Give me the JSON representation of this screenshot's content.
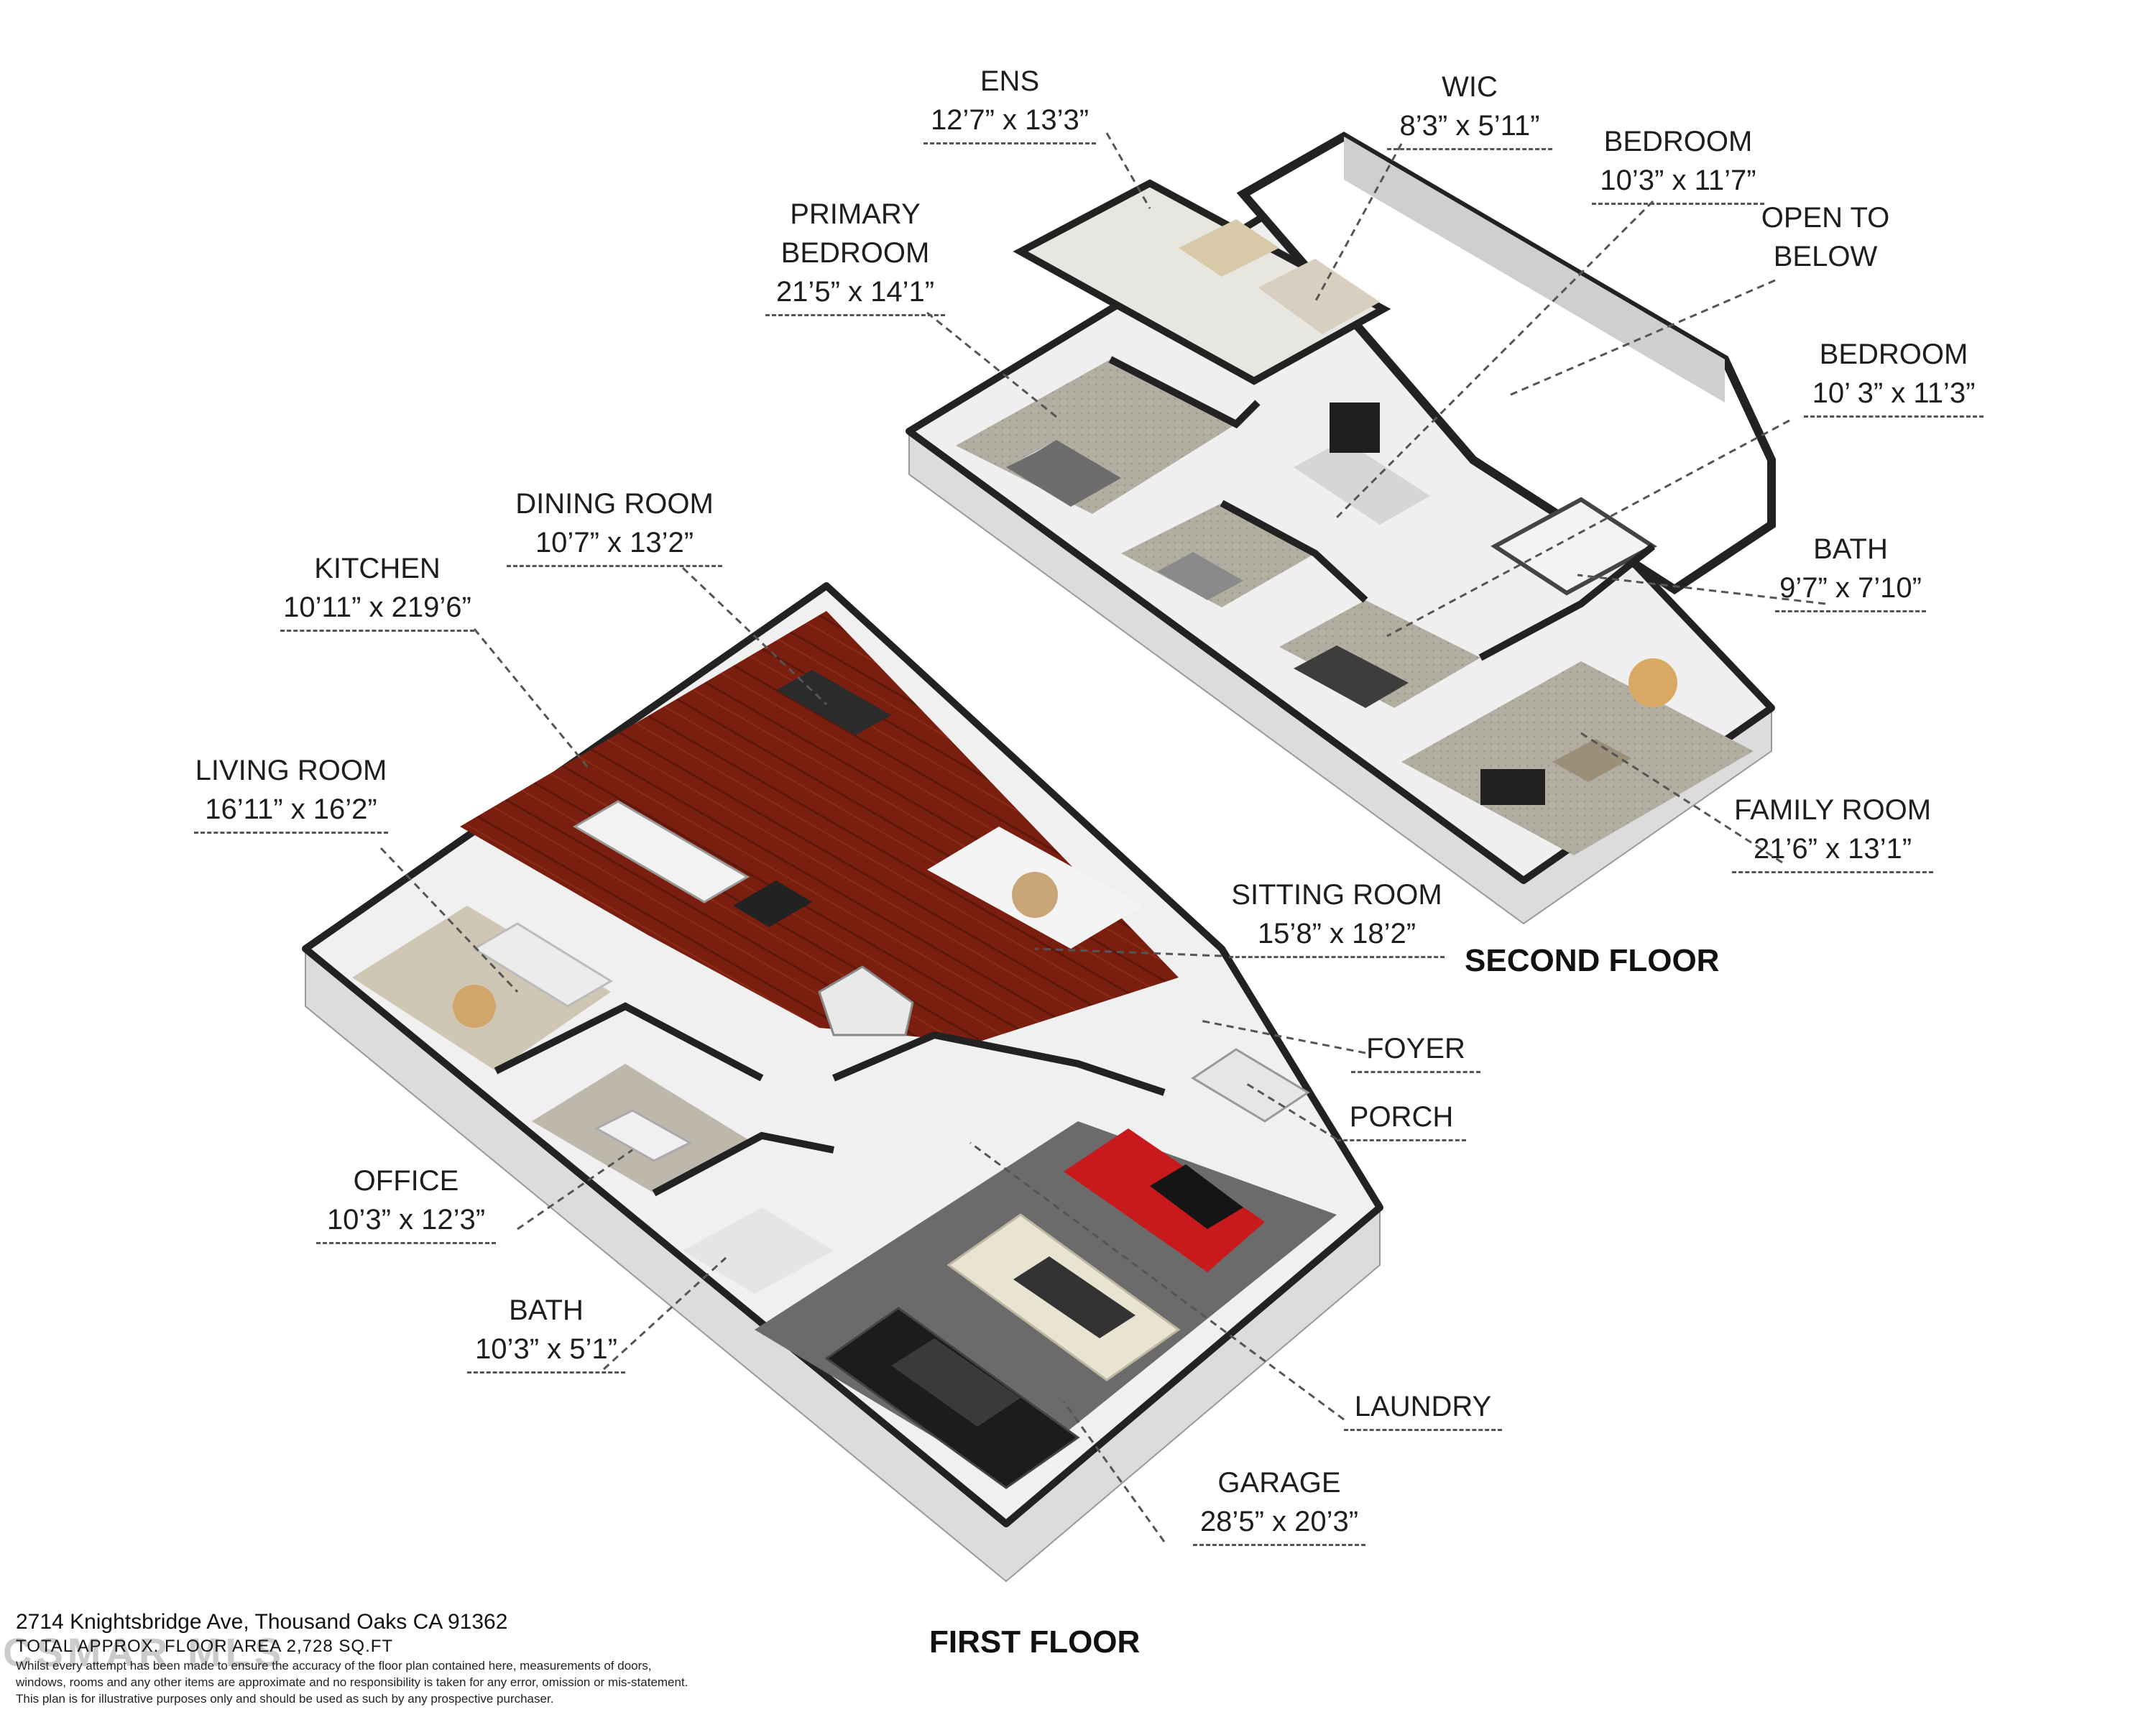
{
  "floors": {
    "second": {
      "title": "SECOND FLOOR"
    },
    "first": {
      "title": "FIRST FLOOR"
    }
  },
  "rooms": {
    "ens": {
      "name": "ENS",
      "dim": "12’7” x 13’3”"
    },
    "wic": {
      "name": "WIC",
      "dim": "8’3” x 5’11”"
    },
    "bedroom_a": {
      "name": "BEDROOM",
      "dim": "10’3” x 11’7”"
    },
    "open_to_below": {
      "name_line1": "OPEN TO",
      "name_line2": "BELOW"
    },
    "primary_bedroom": {
      "name_line1": "PRIMARY",
      "name_line2": "BEDROOM",
      "dim": "21’5” x 14’1”"
    },
    "bedroom_b": {
      "name": "BEDROOM",
      "dim": "10’ 3” x 11’3”"
    },
    "bath_upstairs": {
      "name": "BATH",
      "dim": "9’7” x 7’10”"
    },
    "family_room": {
      "name": "FAMILY ROOM",
      "dim": "21’6” x 13’1”"
    },
    "dining_room": {
      "name": "DINING ROOM",
      "dim": "10’7” x 13’2”"
    },
    "kitchen": {
      "name": "KITCHEN",
      "dim": "10’11” x 219’6”"
    },
    "living_room": {
      "name": "LIVING ROOM",
      "dim": "16’11” x 16’2”"
    },
    "sitting_room": {
      "name": "SITTING ROOM",
      "dim": "15’8” x 18’2”"
    },
    "foyer": {
      "name": "FOYER"
    },
    "porch": {
      "name": "PORCH"
    },
    "office": {
      "name": "OFFICE",
      "dim": "10’3” x 12’3”"
    },
    "bath_downstairs": {
      "name": "BATH",
      "dim": "10’3” x 5’1”"
    },
    "laundry": {
      "name": "LAUNDRY"
    },
    "garage": {
      "name": "GARAGE",
      "dim": "28’5” x 20’3”"
    }
  },
  "footer": {
    "address": "2714 Knightsbridge Ave, Thousand Oaks CA 91362",
    "area": "TOTAL APPROX. FLOOR AREA 2,728 SQ.FT",
    "disclaimer_line1": "Whilst every attempt has been made to ensure the accuracy of the floor plan contained here, measurements of doors,",
    "disclaimer_line2": "windows, rooms and any other items are approximate and no responsibility is taken for any error, omission or mis-statement.",
    "disclaimer_line3": "This plan is for illustrative purposes only and should be used as such by any prospective purchaser.",
    "watermark": "CSMAR MLS"
  },
  "colors": {
    "wall_top": "#2a2a2a",
    "wall_face": "#e6e6e6",
    "wood_floor": "#7a1f10",
    "carpet": "#a9a59a",
    "garage_floor": "#6b6b6b",
    "car_red": "#c8191c",
    "car_cream": "#e9e4d2",
    "car_black": "#1c1c1c"
  }
}
